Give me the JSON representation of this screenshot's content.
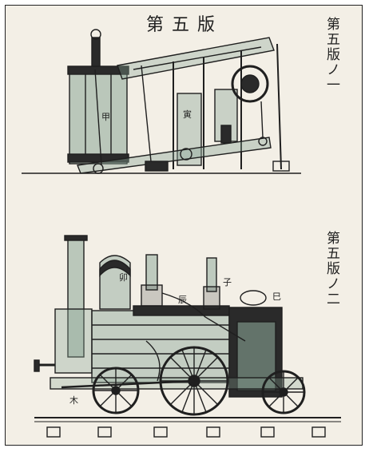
{
  "plate": {
    "title": "第五版",
    "label_upper": "第五版ノ一",
    "label_lower": "第五版ノ二"
  },
  "annotations": {
    "upper": [
      "甲",
      "寅"
    ],
    "lower": [
      "卯",
      "辰",
      "子",
      "巳",
      "木"
    ]
  },
  "colors": {
    "paper": "#f3efe6",
    "ink": "#1f1f1f",
    "dark_fill": "#2a2a2a",
    "green_tint": "#8aa596"
  }
}
